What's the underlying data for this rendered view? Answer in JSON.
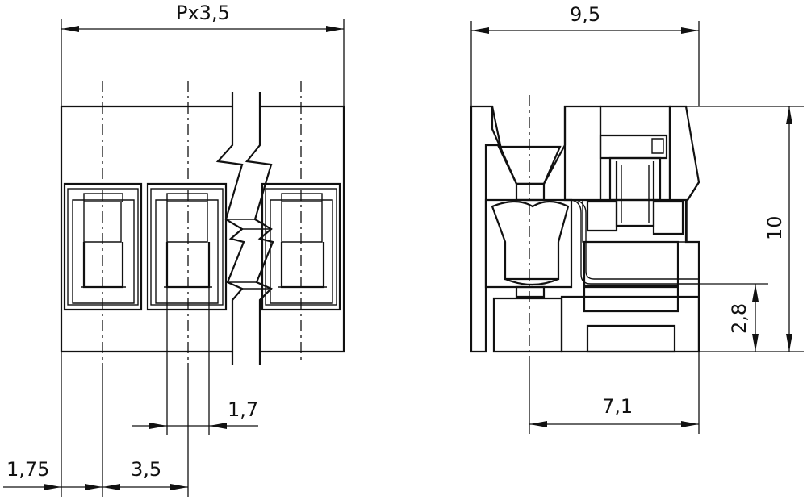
{
  "drawing": {
    "front_view": {
      "pitch_label": "Px3,5",
      "pin_width_label": "1,7",
      "edge_offset_label": "1,75",
      "pitch_spacing_label": "3,5"
    },
    "side_view": {
      "depth_label": "9,5",
      "height_label": "10",
      "pin_height_label": "2,8",
      "pin_offset_label": "7,1"
    }
  }
}
